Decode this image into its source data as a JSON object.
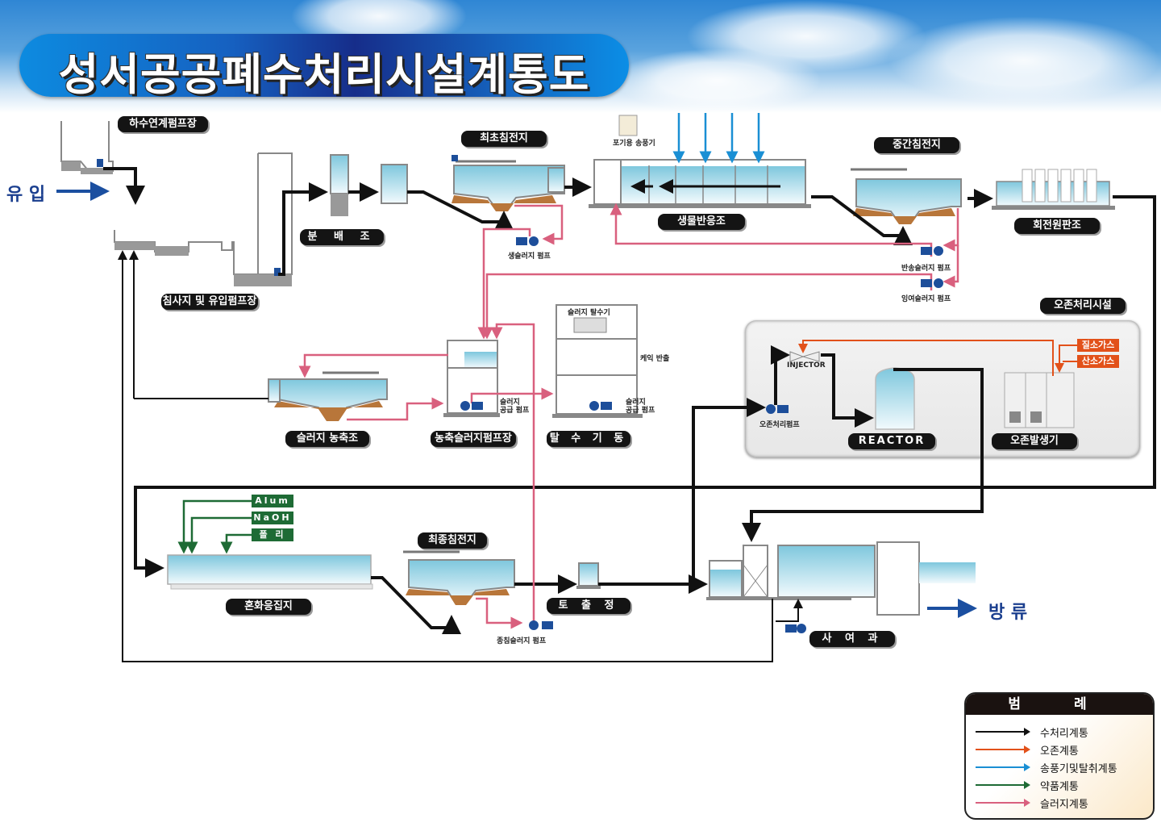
{
  "title": "성서공공폐수처리시설계통도",
  "flow": {
    "inlet": "유 입",
    "outlet": "방 류"
  },
  "units": {
    "sewer_pump": "하수연계펌프장",
    "grit_chamber": "침사지 및 유입펌프장",
    "distribution": "분 배 조",
    "primary_clarifier": "최초침전지",
    "bioreactor": "생물반응조",
    "intermediate_clarifier": "중간침전지",
    "rbc": "회전원판조",
    "sludge_thickener": "슬러지 농축조",
    "thickened_sludge_pump": "농축슬러지펌프장",
    "dewatering": "탈 수 기 동",
    "ozone_facility": "오존처리시설",
    "reactor": "REACTOR",
    "ozone_generator": "오존발생기",
    "coag_floc": "혼화응집지",
    "final_clarifier": "최종침전지",
    "discharge_well": "토 출 정",
    "sand_filter": "사 여 과"
  },
  "small_labels": {
    "blower": "포기용 송풍기",
    "raw_sludge_pump": "생슬러지 펌프",
    "return_sludge_pump": "반송슬러지 펌프",
    "excess_sludge_pump": "잉여슬러지 펌프",
    "dewatering_machine": "슬러지 탈수기",
    "cake_out": "케익 반출",
    "sludge_feed_pump_1": "슬러지\n공급 펌프",
    "sludge_feed_pump_2": "슬러지\n공급 펌프",
    "injector": "INJECTOR",
    "ozone_pump": "오존처리펌프",
    "final_sludge_pump": "종침슬러지 펌프"
  },
  "chemicals": [
    "Alum",
    "NaOH",
    "폴 리 머"
  ],
  "gases": [
    "질소가스",
    "산소가스"
  ],
  "legend": {
    "title": "범 례",
    "items": [
      {
        "label": "수처리계통",
        "color": "#111111"
      },
      {
        "label": "오존계통",
        "color": "#e2511a"
      },
      {
        "label": "송풍기및탈취계통",
        "color": "#1a8fd4"
      },
      {
        "label": "약품계통",
        "color": "#1e6b35"
      },
      {
        "label": "슬러지계통",
        "color": "#d9607e"
      }
    ]
  },
  "colors": {
    "water": "#111111",
    "ozone": "#e2511a",
    "air": "#1a8fd4",
    "chemical": "#1e6b35",
    "sludge": "#d9607e",
    "flow_arrow": "#1b4fa0"
  }
}
